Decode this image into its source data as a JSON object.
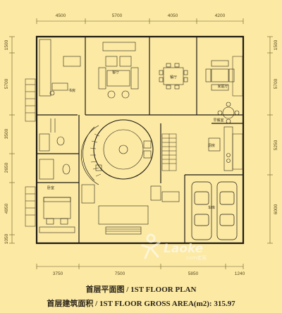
{
  "dimensions": {
    "top": [
      "4500",
      "5700",
      "4050",
      "4200"
    ],
    "bottom": [
      "3750",
      "7500",
      "5850",
      "1240"
    ],
    "left": [
      "1500",
      "5700",
      "3500",
      "2650",
      "4950",
      "1050"
    ],
    "right": [
      "1500",
      "5700",
      "5250",
      "6000"
    ]
  },
  "rooms": {
    "study": "书房",
    "living": "客厅",
    "dining": "餐厅",
    "family": "家庭厅",
    "breakfast": "早餐室",
    "kitchen": "厨房",
    "bedroom": "卧室",
    "garage": "车库"
  },
  "watermark": {
    "main": "Laoke",
    "sub": ".com老客"
  },
  "caption": {
    "line1": "首层平面图 / 1ST FLOOR PLAN",
    "line2": "首层建筑面积 / 1ST FLOOR GROSS AREA(m2): 315.97"
  }
}
